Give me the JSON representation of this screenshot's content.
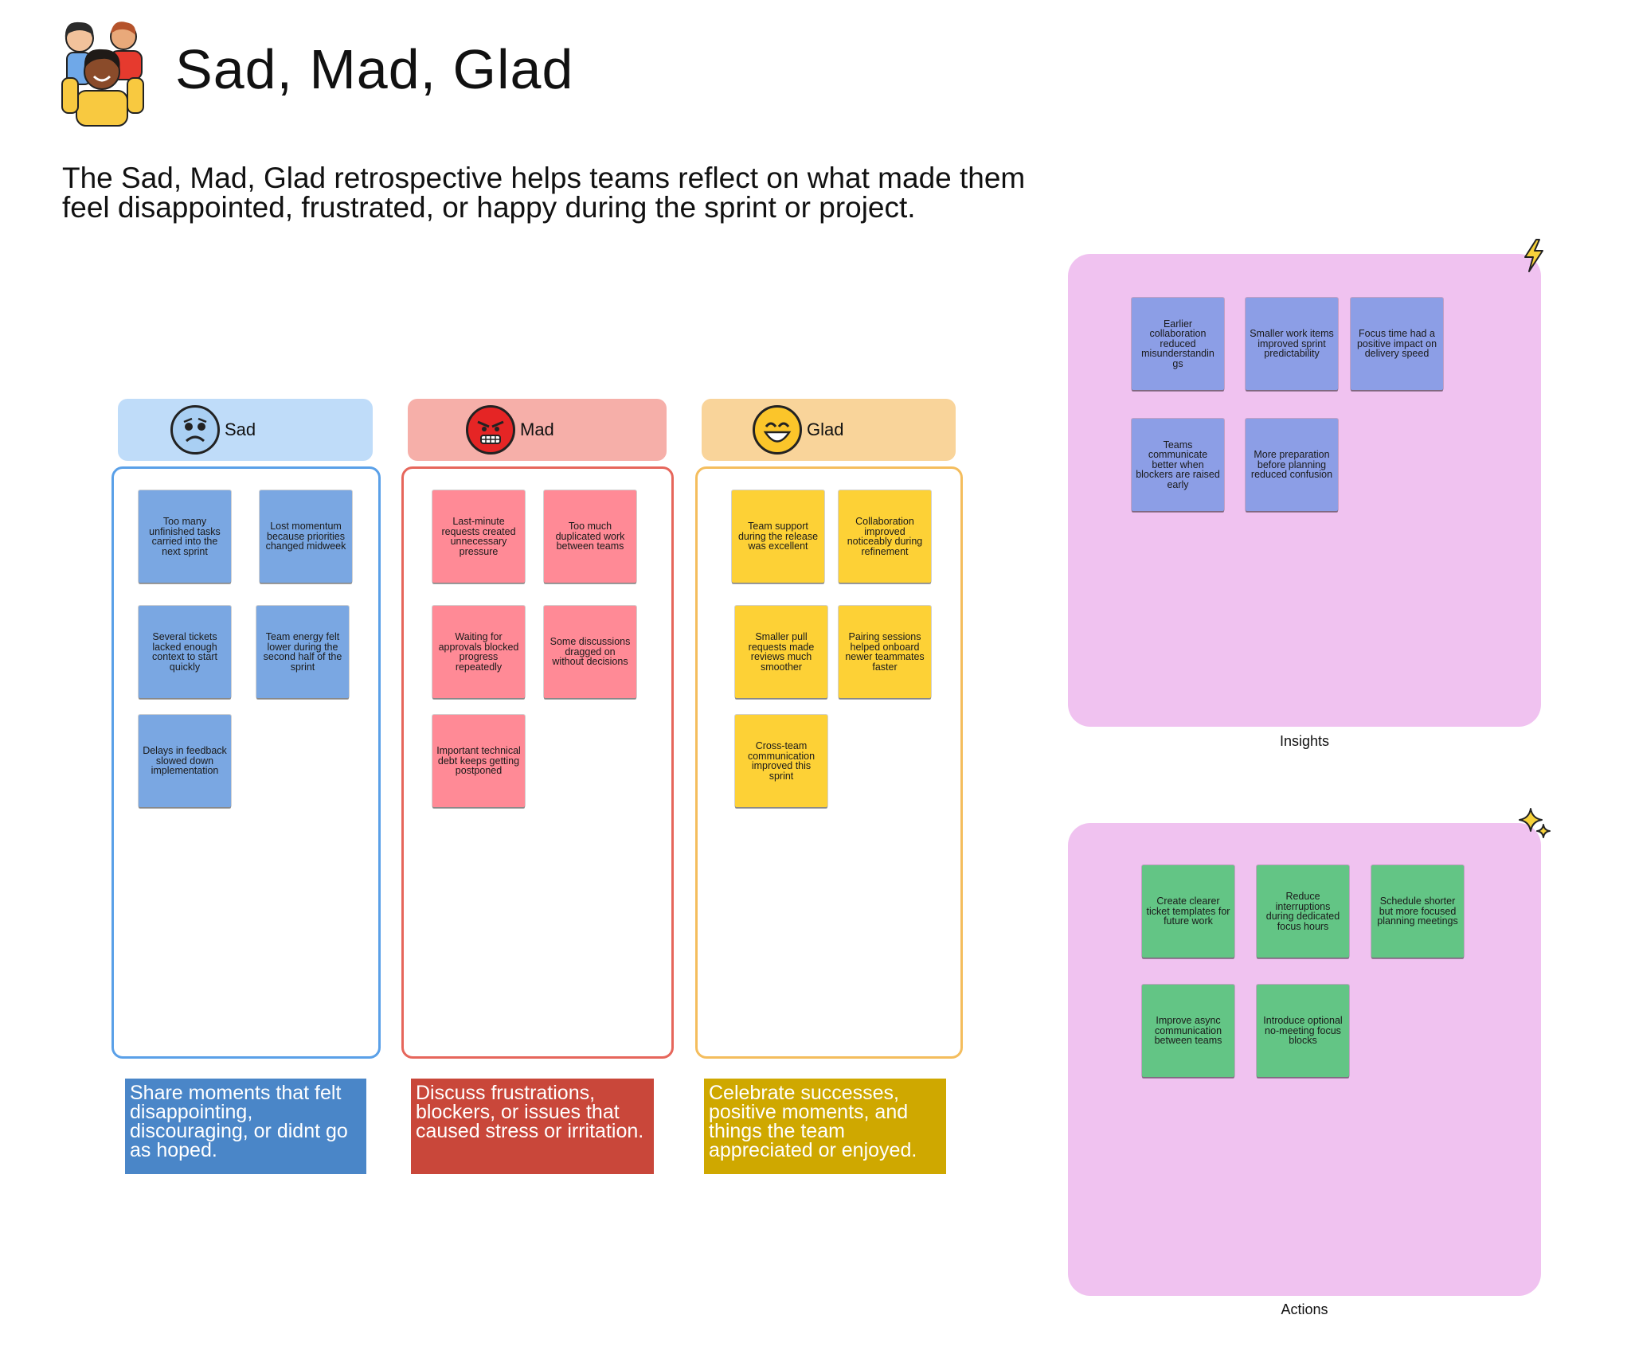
{
  "board": {
    "title": "Sad, Mad, Glad",
    "description_line1": "The Sad, Mad, Glad retrospective helps teams reflect on what made them",
    "description_line2": "feel disappointed, frustrated, or happy during the sprint or project."
  },
  "columns": {
    "sad": {
      "label": "Sad",
      "note": "Share moments that felt disappointing, discouraging, or didnt go as hoped.",
      "stickies": [
        "Too many unfinished tasks carried into the next sprint",
        "Lost momentum because priorities changed midweek",
        "Several tickets lacked enough context to start quickly",
        "Team energy felt lower during the second half of the sprint",
        "Delays in feedback slowed down implementation"
      ]
    },
    "mad": {
      "label": "Mad",
      "note": "Discuss frustrations, blockers, or issues that caused stress or irritation.",
      "stickies": [
        "Last-minute requests created unnecessary pressure",
        "Too much duplicated work between teams",
        "Waiting for approvals blocked progress repeatedly",
        "Some discussions dragged on without decisions",
        "Important technical debt keeps getting postponed"
      ]
    },
    "glad": {
      "label": "Glad",
      "note": "Celebrate successes, positive moments, and things the team appreciated or enjoyed.",
      "stickies": [
        "Team support during the release was excellent",
        "Collaboration improved noticeably during refinement",
        "Smaller pull requests made reviews much smoother",
        "Pairing sessions helped onboard newer teammates faster",
        "Cross-team communication improved this sprint"
      ]
    }
  },
  "insights": {
    "label": "Insights",
    "icon": "lightning-icon",
    "stickies": [
      "Earlier collaboration reduced misunderstandin gs",
      "Smaller work items improved sprint predictability",
      "Focus time had a positive impact on delivery speed",
      "Teams communicate better when blockers are raised early",
      "More preparation before planning reduced confusion"
    ]
  },
  "actions": {
    "label": "Actions",
    "icon": "sparkle-icon",
    "stickies": [
      "Create clearer ticket templates for future work",
      "Reduce interruptions during dedicated focus hours",
      "Schedule shorter but more focused planning meetings",
      "Improve async communication between teams",
      "Introduce optional no-meeting focus blocks"
    ]
  },
  "colors": {
    "sad_header": "#bfdcf9",
    "sad_border": "#5aa0e8",
    "sad_note": "#4a86c8",
    "sad_sticky": "#7aa7e2",
    "mad_header": "#f6afa9",
    "mad_border": "#e6665b",
    "mad_note": "#c9473a",
    "mad_sticky": "#ff8a96",
    "glad_header": "#f9d49a",
    "glad_border": "#f4bd5d",
    "glad_note": "#cfa800",
    "glad_sticky": "#fdd136",
    "panel": "#f0c2f0",
    "insight_sticky": "#8c9ee6",
    "action_sticky": "#63c585"
  }
}
